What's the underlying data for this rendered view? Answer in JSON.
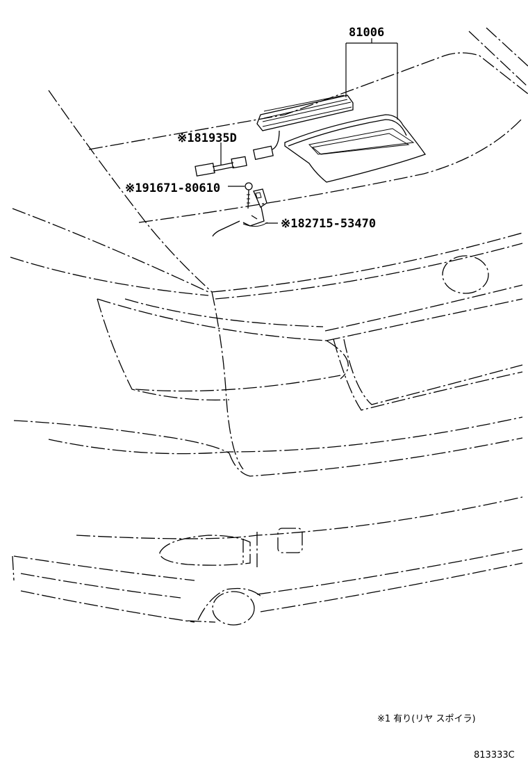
{
  "diagram": {
    "parts": [
      {
        "id": "stop-lamp-assy",
        "label": "81006"
      },
      {
        "id": "wire-harness",
        "label": "※181935D"
      },
      {
        "id": "screw",
        "label": "※191671-80610"
      },
      {
        "id": "clamp-bracket",
        "label": "※182715-53470"
      }
    ],
    "footnote": "※1 有り(リヤ  スポイラ)",
    "reference_code": "813333C"
  }
}
